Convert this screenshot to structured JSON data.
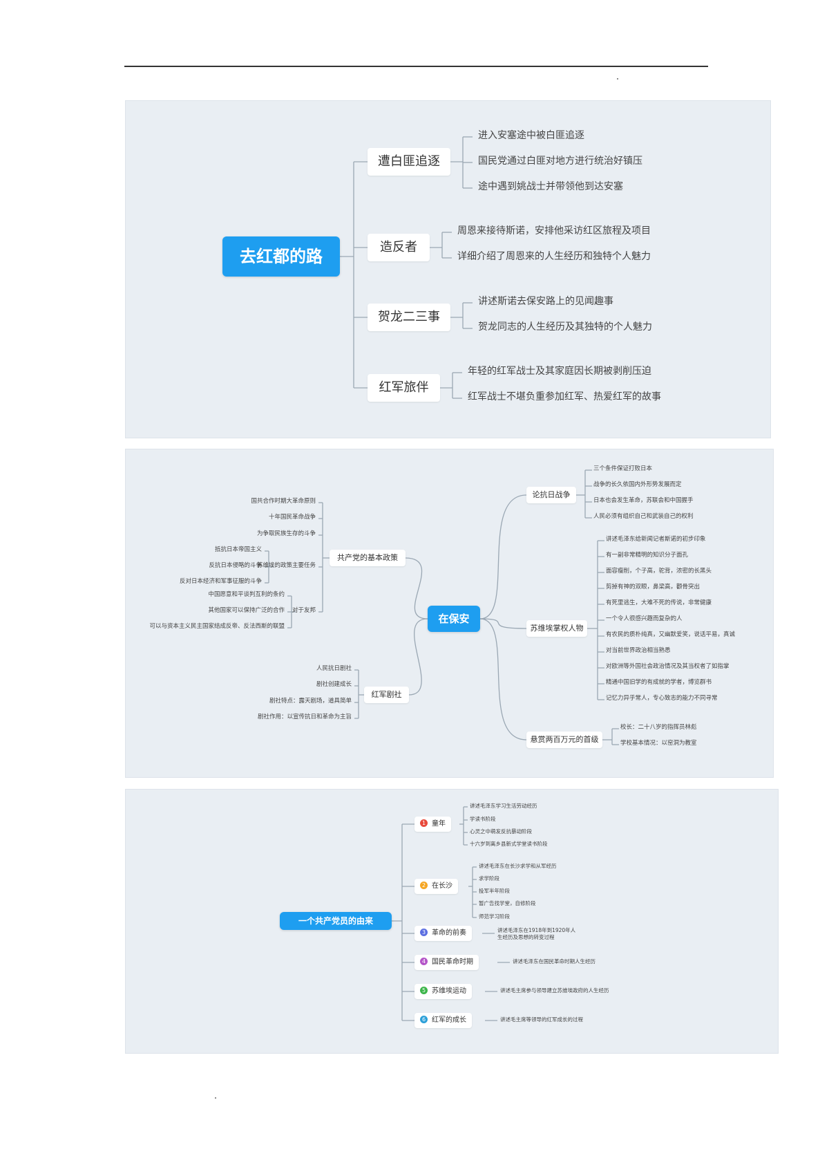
{
  "map1": {
    "root": "去红都的路",
    "branches": [
      {
        "label": "遭白匪追逐",
        "leaves": [
          "进入安塞途中被白匪追逐",
          "国民党通过白匪对地方进行统治好镇压",
          "途中遇到姚战士并带领他到达安塞"
        ]
      },
      {
        "label": "造反者",
        "leaves": [
          "周恩来接待斯诺，安排他采访红区旅程及项目",
          "详细介绍了周恩来的人生经历和独特个人魅力"
        ]
      },
      {
        "label": "贺龙二三事",
        "leaves": [
          "讲述斯诺去保安路上的见闻趣事",
          "贺龙同志的人生经历及其独特的个人魅力"
        ]
      },
      {
        "label": "红军旅伴",
        "leaves": [
          "年轻的红军战士及其家庭因长期被剥削压迫",
          "红军战士不堪负重参加红军、热爱红军的故事"
        ]
      }
    ]
  },
  "map2": {
    "root": "在保安",
    "right": [
      {
        "label": "论抗日战争",
        "leaves": [
          "三个条件保证打败日本",
          "战争的长久依国内外形势发展而定",
          "日本也会发生革命，苏联会和中国握手",
          "人民必须有组织自己和武装自己的权利"
        ]
      },
      {
        "label": "苏维埃掌权人物",
        "leaves": [
          "讲述毛泽东给新闻记者斯诺的初步印象",
          "有一副非常精明的知识分子面孔",
          "面容瘦削，个子高，驼背，浓密的长黑头",
          "剪掉有神的双眼，鼻梁高，颧骨突出",
          "有死里逃生，大难不死的传说，非常健康",
          "一个令人很感兴趣而复杂的人",
          "有农民的质朴纯真，又幽默爱笑，说话平易，真诚",
          "对当前世界政治相当熟悉",
          "对欧洲等外国社会政治情况及其当权者了如指掌",
          "精通中国旧学的有成就的学者，博览群书",
          "记忆力异乎常人，专心致志的能力不同寻常"
        ]
      },
      {
        "label": "悬赏两百万元的首级",
        "leaves": [
          "校长：二十八岁的指挥员林彪",
          "学校基本情况：以窑洞为教室"
        ]
      }
    ],
    "left": [
      {
        "label": "共产党的基本政策",
        "leaves": [
          {
            "label": "国共合作时期大革命原则"
          },
          {
            "label": "十年国民革命战争"
          },
          {
            "label": "为争取民族生存的斗争"
          },
          {
            "label": "苏维埃的政策主要任务",
            "leaves": [
              "抵抗日本帝国主义",
              "反抗日本侵略的斗争",
              "反对日本经济和军事征服的斗争"
            ]
          },
          {
            "label": "对于友邦",
            "leaves": [
              "中国愿意和平谈判互利的条约",
              "其他国家可以保持广泛的合作",
              "可以与资本主义民主国家结成反帝、反法西斯的联盟"
            ]
          }
        ]
      },
      {
        "label": "红军剧社",
        "leaves": [
          "人民抗日剧社",
          "剧社创建成长",
          "剧社特点：露天剧场，道具简单",
          "剧社作用：以宣传抗日和革命为主旨"
        ]
      }
    ]
  },
  "map3": {
    "root": "一个共产党员的由来",
    "branches": [
      {
        "num": "1",
        "label": "童年",
        "color": "#e84a3c",
        "leaves": [
          "讲述毛泽东学习生活劳动经历",
          "学读书阶段",
          "心灵之中萌发反抗暴动阶段",
          "十六岁到离乡县新式学堂读书阶段"
        ]
      },
      {
        "num": "2",
        "label": "在长沙",
        "color": "#f5a623",
        "leaves": [
          "讲述毛泽东在长沙求学和从军经历",
          "求学阶段",
          "投军半年阶段",
          "暂广告找学堂，自修阶段",
          "师范学习阶段"
        ]
      },
      {
        "num": "3",
        "label": "革命的前奏",
        "color": "#5b6ee1",
        "leaves": [
          "讲述毛泽东在1918年到1920年人生经历及思想的转变过程"
        ]
      },
      {
        "num": "4",
        "label": "国民革命时期",
        "color": "#b455c8",
        "leaves": [
          "讲述毛泽东在国民革命时期人生经历"
        ]
      },
      {
        "num": "5",
        "label": "苏维埃运动",
        "color": "#3cb54a",
        "leaves": [
          "讲述毛主席参与领导建立苏维埃政府的人生经历"
        ]
      },
      {
        "num": "6",
        "label": "红军的成长",
        "color": "#2b9fd8",
        "leaves": [
          "讲述毛主席等领导的红军成长的过程"
        ]
      }
    ]
  }
}
